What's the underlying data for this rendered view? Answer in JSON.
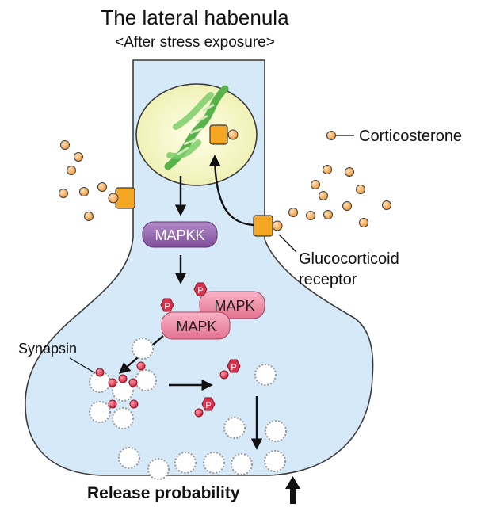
{
  "diagram": {
    "title": "The lateral habenula",
    "subtitle": "<After stress exposure>",
    "corticosterone_label": "Corticosterone",
    "receptor_label_line1": "Glucocorticoid",
    "receptor_label_line2": "receptor",
    "mapkk_label": "MAPKK",
    "mapk_label_back": "MAPK",
    "mapk_label_front": "MAPK",
    "phospho_label": "P",
    "synapsin_label": "Synapsin",
    "release_label": "Release probability"
  },
  "colors": {
    "cell_fill": "#d6e9f8",
    "cell_stroke": "#3b3b3b",
    "nucleus_fill": "#f6f6c8",
    "receptor": "#f5a623",
    "corticosterone": "#f0a54a",
    "mapkk": "#8e5aa8",
    "mapk": "#e8799a",
    "phospho": "#d8324e",
    "dna_green": "#58b24a"
  }
}
